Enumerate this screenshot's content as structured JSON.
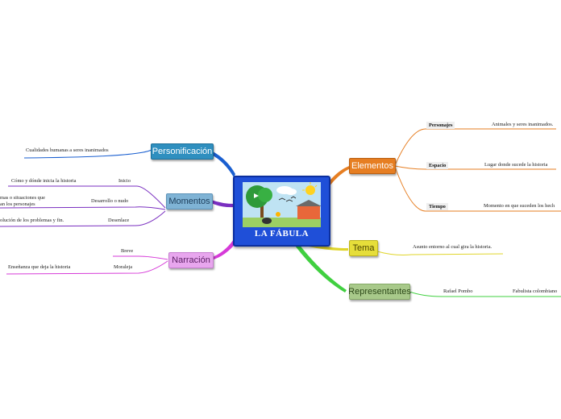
{
  "central": {
    "title": "LA FÁBULA",
    "image": "fable-illustration"
  },
  "left": {
    "personificacion": {
      "label": "Personificación",
      "color": "#2f8fbf",
      "items": [
        "Cualidades humanas a seres inanimados"
      ]
    },
    "momentos": {
      "label": "Momentos",
      "color": "#7fb3d5",
      "items": [
        {
          "key": "Inicio",
          "text": "Cómo y dónde inicia la historia"
        },
        {
          "key": "Desarrollo o nudo",
          "text_line1": "mas o situaciones que",
          "text_line2": "an los personajes"
        },
        {
          "key": "Desenlace",
          "text": "olución de los problemas y fin."
        }
      ]
    },
    "narracion": {
      "label": "Narración",
      "color": "#e8a6ee",
      "items": [
        {
          "key": "Breve",
          "text": ""
        },
        {
          "key": "Moraleja",
          "text": "Enseñanza que deja la historia"
        }
      ]
    }
  },
  "right": {
    "elementos": {
      "label": "Elementos",
      "color": "#e67e22",
      "items": [
        {
          "key": "Personajes",
          "text": "Animales y seres inanimados."
        },
        {
          "key": "Espacio",
          "text": "Lugar donde sucede la historia"
        },
        {
          "key": "Tiempo",
          "text": "Momento en que suceden los hech"
        }
      ]
    },
    "tema": {
      "label": "Tema",
      "color": "#e6de3a",
      "items": [
        "Asunto entorno al cual gira la historia."
      ]
    },
    "representantes": {
      "label": "Representantes",
      "color": "#a8c98a",
      "items": [
        {
          "key": "Rafael Pombo",
          "text": "Fabulista colombiano"
        }
      ]
    }
  }
}
